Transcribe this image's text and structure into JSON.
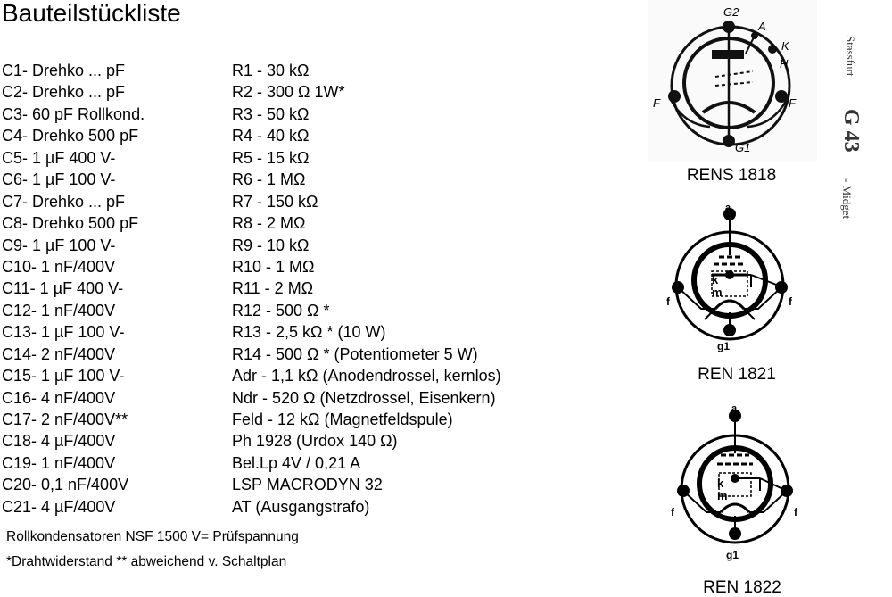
{
  "title": "Bauteilstückliste",
  "capacitors": [
    "C1- Drehko  ... pF",
    "C2- Drehko  ... pF",
    "C3- 60 pF Rollkond.",
    "C4- Drehko 500 pF",
    "C5- 1 µF 400 V-",
    "C6- 1 µF 100 V-",
    "C7- Drehko  ... pF",
    "C8- Drehko 500 pF",
    "C9- 1 µF 100 V-",
    "C10- 1 nF/400V",
    "C11- 1 µF 400 V-",
    "C12- 1 nF/400V",
    "C13- 1 µF 100 V-",
    "C14- 2 nF/400V",
    "C15- 1 µF 100 V-",
    "C16- 4 nF/400V",
    "C17- 2 nF/400V**",
    "C18- 4 µF/400V",
    "C19- 1 nF/400V",
    "C20- 0,1 nF/400V",
    "C21- 4 µF/400V"
  ],
  "resistors_and_other": [
    "R1 - 30 kΩ",
    "R2 - 300 Ω  1W*",
    "R3 - 50 kΩ",
    "R4 - 40 kΩ",
    "R5 - 15 kΩ",
    "R6 -   1 MΩ",
    "R7 - 150 kΩ",
    "R8 -   2 MΩ",
    "R9 - 10 kΩ",
    "R10 -  1 MΩ",
    "R11 -  2 MΩ",
    "R12 - 500 Ω *",
    "R13 - 2,5 kΩ  * (10 W)",
    "R14 - 500 Ω  * (Potentiometer 5 W)",
    "Adr - 1,1 kΩ (Anodendrossel, kernlos)",
    "Ndr - 520 Ω (Netzdrossel, Eisenkern)",
    "Feld - 12 kΩ (Magnetfeldspule)",
    "Ph 1928 (Urdox 140 Ω)",
    "Bel.Lp 4V / 0,21 A",
    "LSP MACRODYN 32",
    "AT (Ausgangstrafo)"
  ],
  "notes": {
    "rollkond": "Rollkondensatoren NSF 1500 V= Prüfspannung",
    "footnote": "*Drahtwiderstand ** abweichend v. Schaltplan"
  },
  "tubes": {
    "tube1": {
      "label": "RENS 1818",
      "pins": {
        "top": "G2",
        "a": "A",
        "k": "K",
        "h": "H",
        "left": "F",
        "right": "F",
        "bottom": "G1"
      }
    },
    "tube2": {
      "label": "REN 1821",
      "pins": {
        "top": "a",
        "k": "k",
        "m": "m",
        "left": "f",
        "right": "f",
        "bottom": "g1"
      }
    },
    "tube3": {
      "label": "REN 1822",
      "pins": {
        "top": "a",
        "k": "k",
        "m": "m",
        "left": "f",
        "right": "f",
        "bottom": "g1"
      }
    }
  },
  "side_label": {
    "maker": "Stassfurt",
    "model": "G 43",
    "name": "- Midget"
  }
}
